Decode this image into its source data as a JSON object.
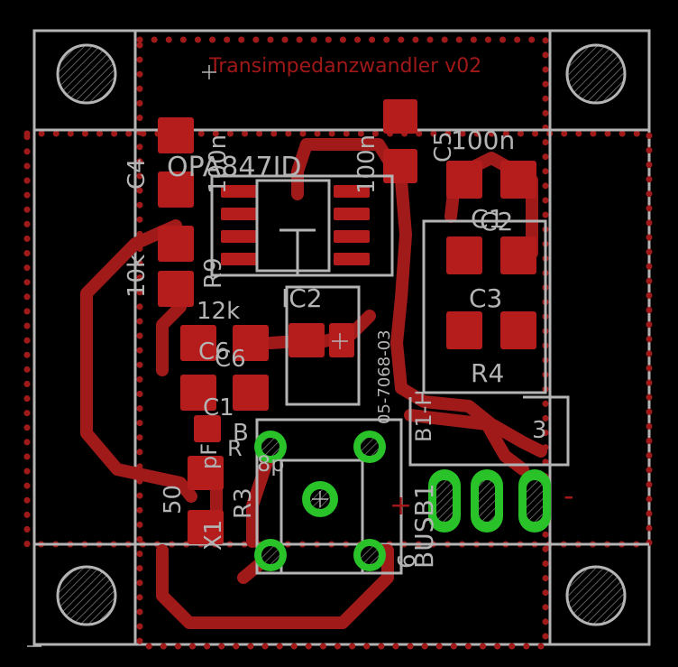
{
  "board": {
    "title": "Transimpedanzwandler v02",
    "background": "#000000",
    "trace_color": "#a01a1a",
    "silk_color": "#b4b4b4",
    "pad_color": "#b51c1c",
    "via_color": "#29c229"
  },
  "labels": {
    "c4_name": "C4",
    "c4_value": "100n",
    "ic1_value": "OPA847ID",
    "c5_value": "100n",
    "c5_name": "C5",
    "c5_value2": "100n",
    "c1_name": "C1",
    "c2_name": "C2",
    "c3_name": "C3",
    "r4_name": "R4",
    "r9_value": "10k",
    "r9_name": "R9",
    "ic2_name": "IC2",
    "r12k": "12k",
    "c6_name": "C6",
    "c6b_name": "C6",
    "ic2_part": "05-7068-03",
    "c1b": "C1",
    "pf_value": "pF",
    "b_label": "B",
    "r_label": "R",
    "r3_name": "R3",
    "r3_extra": "8p",
    "r50": "50",
    "x1": "X1",
    "bus_name": "BUSB1",
    "bus_part": "B1-H",
    "pin3": "3",
    "plus": "+",
    "minus": "-",
    "six": "6"
  }
}
